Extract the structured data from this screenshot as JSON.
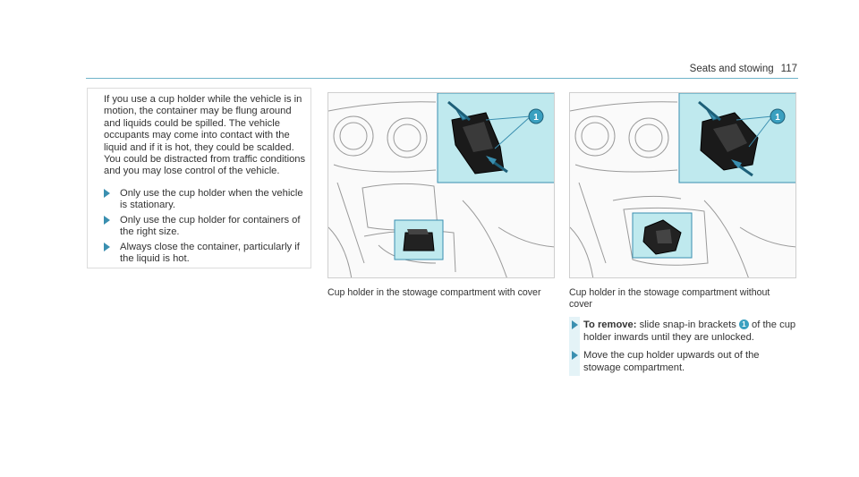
{
  "header": {
    "section": "Seats and stowing",
    "page": "117"
  },
  "warning": {
    "paragraph": "If you use a cup holder while the vehicle is in motion, the container may be flung around and liquids could be spilled. The vehicle occupants may come into contact with the liquid and if it is hot, they could be scalded. You could be distracted from traffic conditions and you may lose control of the vehicle.",
    "bullets": [
      "Only use the cup holder when the vehicle is stationary.",
      "Only use the cup holder for containers of the right size.",
      "Always close the container, particularly if the liquid is hot."
    ]
  },
  "figures": [
    {
      "caption": "Cup holder in the stowage compartment with cover",
      "callout": "1"
    },
    {
      "caption": "Cup holder in the stowage compartment without cover",
      "callout": "1"
    }
  ],
  "steps": [
    {
      "lead": "To remove:",
      "text_a": " slide snap-in brackets ",
      "badge": "1",
      "text_b": " of the cup holder inwards until they are unlocked."
    },
    {
      "text": "Move the cup holder upwards out of the stowage compartment."
    }
  ],
  "colors": {
    "accent": "#3a8fb0",
    "highlight": "#bfe9ee",
    "callout_badge": "#3aa0c0"
  }
}
